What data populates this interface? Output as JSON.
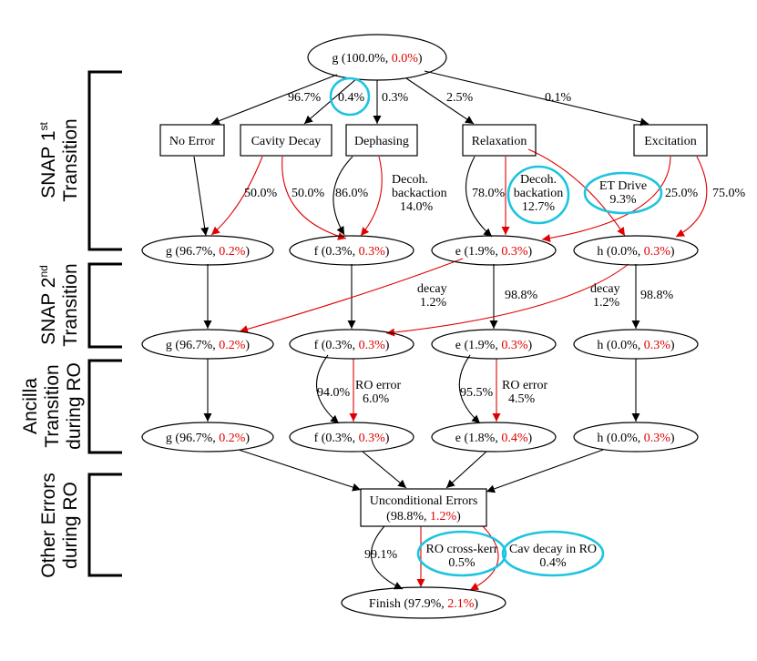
{
  "sections": {
    "snap1": {
      "line1": "SNAP 1",
      "sup1": "st",
      "line2": "Transition"
    },
    "snap2": {
      "line1": "SNAP 2",
      "sup1": "nd",
      "line2": "Transition"
    },
    "ancilla": {
      "line1": "Ancilla",
      "line2": "Transition",
      "line3": "during RO"
    },
    "other": {
      "line1": "Other Errors",
      "line2": "during RO"
    }
  },
  "nodes": {
    "root": {
      "pre": "g (100.0%, ",
      "red": "0.0%",
      "post": ")"
    },
    "no_error": "No Error",
    "cavity_decay": "Cavity Decay",
    "dephasing": "Dephasing",
    "relaxation": "Relaxation",
    "excitation": "Excitation",
    "r1_g": {
      "pre": "g (96.7%, ",
      "red": "0.2%",
      "post": ")"
    },
    "r1_f": {
      "pre": "f (0.3%, ",
      "red": "0.3%",
      "post": ")"
    },
    "r1_e": {
      "pre": "e (1.9%, ",
      "red": "0.3%",
      "post": ")"
    },
    "r1_h": {
      "pre": "h (0.0%, ",
      "red": "0.3%",
      "post": ")"
    },
    "r2_g": {
      "pre": "g (96.7%, ",
      "red": "0.2%",
      "post": ")"
    },
    "r2_f": {
      "pre": "f (0.3%, ",
      "red": "0.3%",
      "post": ")"
    },
    "r2_e": {
      "pre": "e (1.9%, ",
      "red": "0.3%",
      "post": ")"
    },
    "r2_h": {
      "pre": "h (0.0%, ",
      "red": "0.3%",
      "post": ")"
    },
    "r3_g": {
      "pre": "g (96.7%, ",
      "red": "0.2%",
      "post": ")"
    },
    "r3_f": {
      "pre": "f (0.3%, ",
      "red": "0.3%",
      "post": ")"
    },
    "r3_e": {
      "pre": "e (1.8%, ",
      "red": "0.4%",
      "post": ")"
    },
    "r3_h": {
      "pre": "h (0.0%, ",
      "red": "0.3%",
      "post": ")"
    },
    "uncond": {
      "line1": "Unconditional Errors",
      "pre": "(98.8%, ",
      "red": "1.2%",
      "post": ")"
    },
    "finish": {
      "pre": "Finish (97.9%, ",
      "red": "2.1%",
      "post": ")"
    }
  },
  "edge_labels": {
    "p_no_error": "96.7%",
    "p_cavity": "0.4%",
    "p_dephasing": "0.3%",
    "p_relaxation": "2.5%",
    "p_excitation": "0.1%",
    "cav_red": "50.0%",
    "cav_black": "50.0%",
    "deph_black": "86.0%",
    "deph_red_1": "Decoh.",
    "deph_red_2": "backaction",
    "deph_red_3": "14.0%",
    "rel_black": "78.0%",
    "rel_red_1": "Decoh.",
    "rel_red_2": "backation",
    "rel_red_3": "12.7%",
    "et_1": "ET Drive",
    "et_2": "9.3%",
    "exc_e": "25.0%",
    "exc_h": "75.0%",
    "e_decay_1": "decay",
    "e_decay_2": "1.2%",
    "e_stay": "98.8%",
    "h_decay_1": "decay",
    "h_decay_2": "1.2%",
    "h_stay": "98.8%",
    "f_black": "94.0%",
    "f_red_1": "RO error",
    "f_red_2": "6.0%",
    "e_black": "95.5%",
    "e_red_1": "RO error",
    "e_red_2": "4.5%",
    "fin_black": "99.1%",
    "crosskerr_1": "RO cross-kerr",
    "crosskerr_2": "0.5%",
    "cavdecay_1": "Cav decay in RO",
    "cavdecay_2": "0.4%"
  },
  "colors": {
    "black_edge": "#000000",
    "red_edge": "#e00000",
    "highlight": "#1cc4e0"
  }
}
